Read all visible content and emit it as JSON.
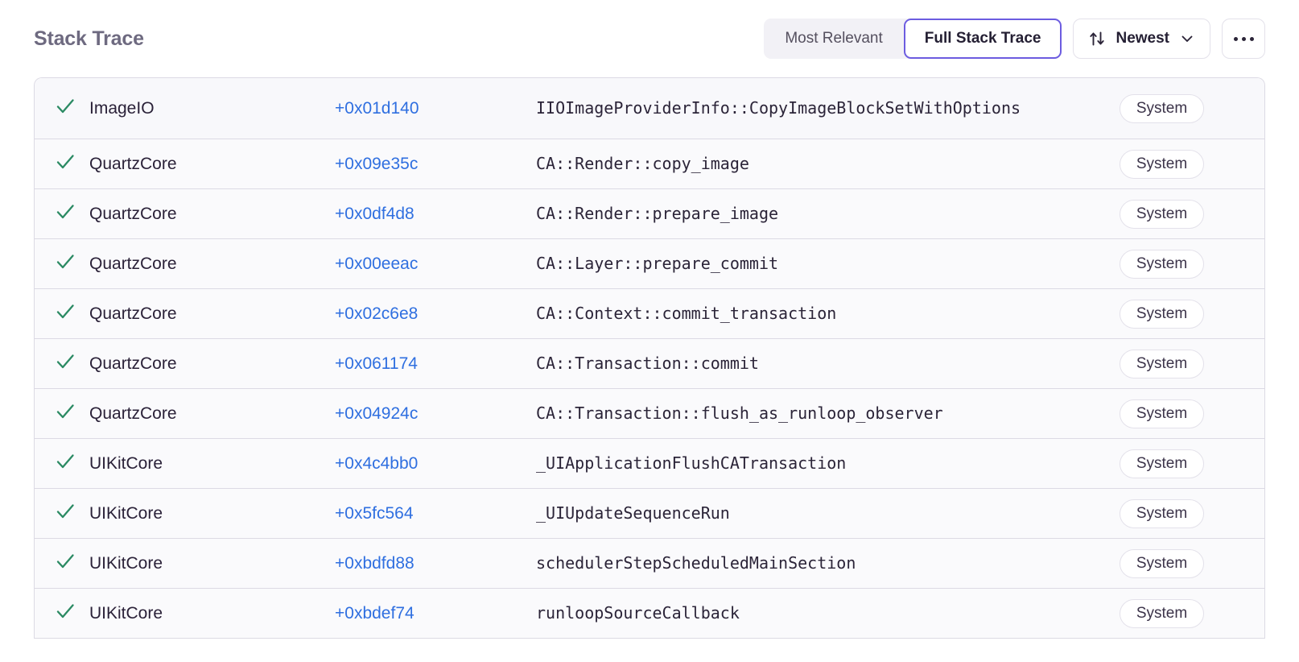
{
  "header": {
    "title": "Stack Trace",
    "segmented": {
      "options": [
        {
          "label": "Most Relevant",
          "selected": false
        },
        {
          "label": "Full Stack Trace",
          "selected": true
        }
      ]
    },
    "sort": {
      "icon": "sort-arrows-icon",
      "label": "Newest",
      "chevron": "chevron-down-icon"
    },
    "more": {
      "icon": "ellipsis-icon"
    }
  },
  "colors": {
    "accent": "#6c5ce0",
    "link": "#2f6fe0",
    "check": "#2b8a63",
    "title": "#6e6a80",
    "text": "#2b2438",
    "border": "#dcdae4",
    "row_bg": "#fafafc",
    "segment_bg": "#f2f1f6"
  },
  "table": {
    "columns": [
      "status",
      "module",
      "offset",
      "function",
      "tag"
    ],
    "rows": [
      {
        "status": "verified",
        "module": "ImageIO",
        "offset": "+0x01d140",
        "function": "IIOImageProviderInfo::CopyImageBlockSetWithOptions",
        "tag": "System"
      },
      {
        "status": "verified",
        "module": "QuartzCore",
        "offset": "+0x09e35c",
        "function": "CA::Render::copy_image",
        "tag": "System"
      },
      {
        "status": "verified",
        "module": "QuartzCore",
        "offset": "+0x0df4d8",
        "function": "CA::Render::prepare_image",
        "tag": "System"
      },
      {
        "status": "verified",
        "module": "QuartzCore",
        "offset": "+0x00eeac",
        "function": "CA::Layer::prepare_commit",
        "tag": "System"
      },
      {
        "status": "verified",
        "module": "QuartzCore",
        "offset": "+0x02c6e8",
        "function": "CA::Context::commit_transaction",
        "tag": "System"
      },
      {
        "status": "verified",
        "module": "QuartzCore",
        "offset": "+0x061174",
        "function": "CA::Transaction::commit",
        "tag": "System"
      },
      {
        "status": "verified",
        "module": "QuartzCore",
        "offset": "+0x04924c",
        "function": "CA::Transaction::flush_as_runloop_observer",
        "tag": "System"
      },
      {
        "status": "verified",
        "module": "UIKitCore",
        "offset": "+0x4c4bb0",
        "function": "_UIApplicationFlushCATransaction",
        "tag": "System"
      },
      {
        "status": "verified",
        "module": "UIKitCore",
        "offset": "+0x5fc564",
        "function": "_UIUpdateSequenceRun",
        "tag": "System"
      },
      {
        "status": "verified",
        "module": "UIKitCore",
        "offset": "+0xbdfd88",
        "function": "schedulerStepScheduledMainSection",
        "tag": "System"
      },
      {
        "status": "verified",
        "module": "UIKitCore",
        "offset": "+0xbdef74",
        "function": "runloopSourceCallback",
        "tag": "System"
      }
    ]
  }
}
